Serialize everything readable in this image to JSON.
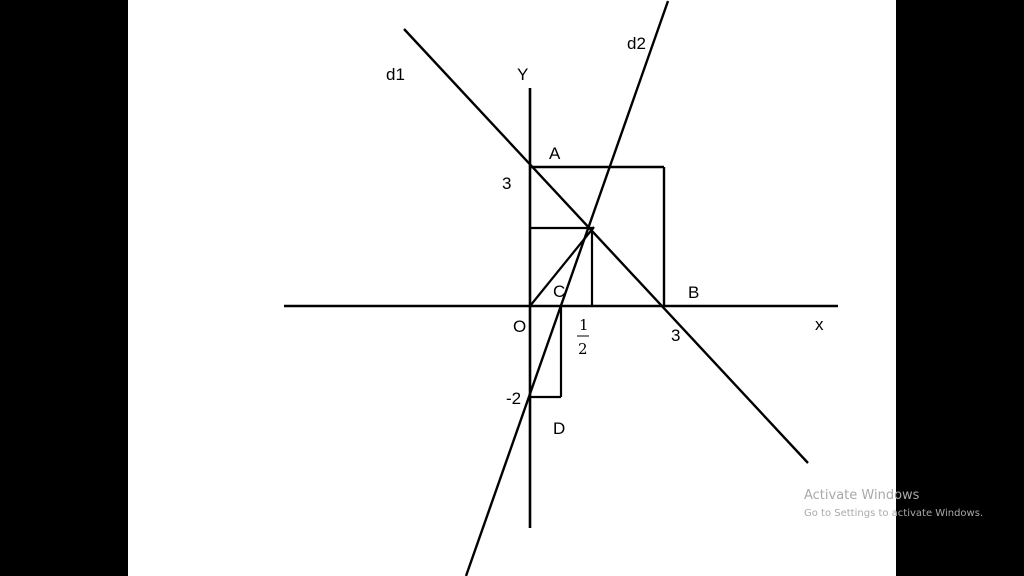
{
  "diagram": {
    "line_labels": {
      "d1": "d1",
      "d2": "d2"
    },
    "axis_labels": {
      "y": "Y",
      "x": "x"
    },
    "point_labels": {
      "A": "A",
      "B": "B",
      "C": "C",
      "D": "D",
      "O": "O"
    },
    "tick_labels": {
      "y_three": "3",
      "x_three": "3",
      "y_minus_two": "-2",
      "half_numerator": "1",
      "half_denominator": "2"
    },
    "colors": {
      "line": "#000000",
      "slide_background": "#ffffff",
      "frame_background": "#000000"
    }
  },
  "watermark": {
    "title": "Activate Windows",
    "subtitle": "Go to Settings to activate Windows.",
    "color": "#a9a9a9"
  }
}
